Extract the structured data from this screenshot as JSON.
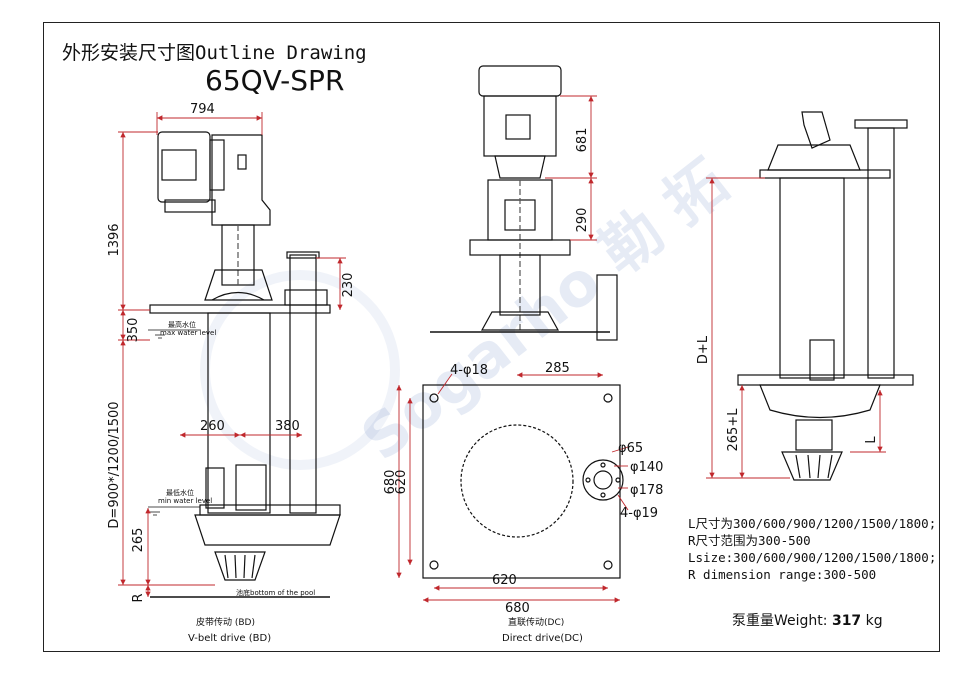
{
  "title": "外形安装尺寸图Outline Drawing",
  "model": "65QV-SPR",
  "watermark": "Sogarho 勒 拓",
  "left_view": {
    "dims": {
      "d794": "794",
      "d1396": "1396",
      "d230": "230",
      "d350": "350",
      "dD": "D=900*/1200/1500",
      "d260": "260",
      "d380": "380",
      "d265": "265",
      "dR": "R"
    },
    "labels": {
      "max_level_cn": "最高水位",
      "max_level_en": "max water level",
      "min_level_cn": "最低水位",
      "min_level_en": "min water level",
      "pool_bottom": "池底bottom of the pool"
    },
    "caption_cn": "皮带传动 (BD)",
    "caption_en": "V-belt drive (BD)"
  },
  "direct_view": {
    "dims": {
      "d681": "681",
      "d290": "290"
    },
    "caption_cn": "直联传动(DC)",
    "caption_en": "Direct drive(DC)"
  },
  "plan_view": {
    "dims": {
      "hole_corner": "4-φ18",
      "d285": "285",
      "d680v": "680",
      "d620v": "620",
      "d620h": "620",
      "d680h": "680",
      "phi65": "φ65",
      "phi140": "φ140",
      "phi178": "φ178",
      "hole_flange": "4-φ19"
    }
  },
  "side_view": {
    "dims": {
      "dDL": "D+L",
      "d265L": "265+L",
      "dL": "L"
    }
  },
  "notes": {
    "line1": "L尺寸为300/600/900/1200/1500/1800;",
    "line2": "R尺寸范围为300-500",
    "line3": "Lsize:300/600/900/1200/1500/1800;",
    "line4": "R dimension range:300-500"
  },
  "weight": {
    "label": "泵重量Weight:",
    "value": "317",
    "unit": "kg"
  }
}
